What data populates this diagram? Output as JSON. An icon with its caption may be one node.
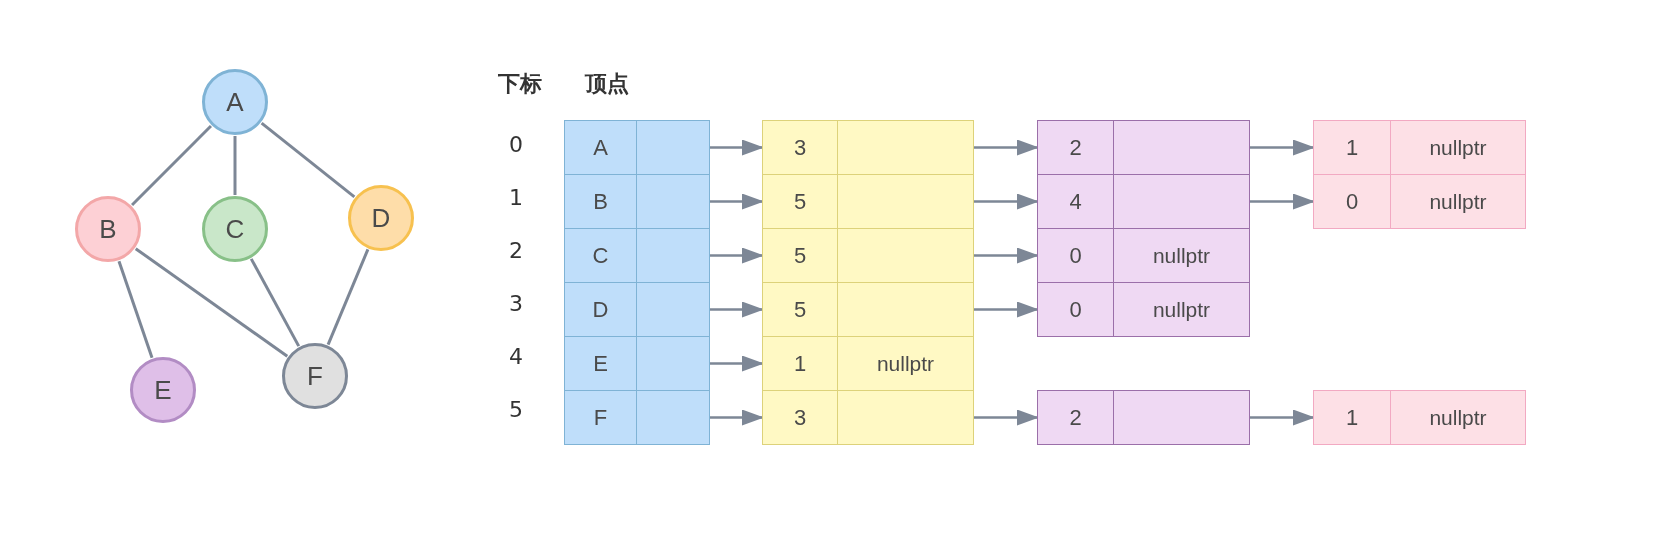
{
  "diagram": {
    "nodes": [
      {
        "text": [
          "A"
        ]
      },
      {
        "text": [
          "B"
        ]
      },
      {
        "text": [
          "C"
        ]
      },
      {
        "text": [
          "D"
        ]
      },
      {
        "text": [
          "E"
        ]
      },
      {
        "text": [
          "F"
        ]
      },
      {
        "text": [
          "A"
        ]
      },
      {
        "text": [
          "B"
        ]
      },
      {
        "text": [
          "C"
        ]
      },
      {
        "text": [
          "D"
        ]
      },
      {
        "text": [
          "E"
        ]
      },
      {
        "text": [
          "F"
        ]
      },
      {
        "text": [
          "3"
        ]
      },
      {
        "text": [
          "5"
        ]
      },
      {
        "text": [
          "5"
        ]
      },
      {
        "text": [
          "5"
        ]
      },
      {
        "text": [
          "1",
          "nullptr"
        ]
      },
      {
        "text": [
          "3"
        ]
      },
      {
        "text": [
          "2"
        ]
      },
      {
        "text": [
          "4"
        ]
      },
      {
        "text": [
          "0",
          "nullptr"
        ]
      },
      {
        "text": [
          "0",
          "nullptr"
        ]
      },
      {
        "text": [
          "2"
        ]
      },
      {
        "text": [
          "1",
          "nullptr"
        ]
      },
      {
        "text": [
          "0",
          "nullptr"
        ]
      },
      {
        "text": [
          "1",
          "nullptr"
        ]
      }
    ],
    "edges": [
      {
        "from": 0,
        "to": 1,
        "arrow": "none"
      },
      {
        "from": 0,
        "to": 2,
        "arrow": "none"
      },
      {
        "from": 0,
        "to": 3,
        "arrow": "none"
      },
      {
        "from": 1,
        "to": 4,
        "arrow": "none"
      },
      {
        "from": 1,
        "to": 5,
        "arrow": "none"
      },
      {
        "from": 2,
        "to": 5,
        "arrow": "none"
      },
      {
        "from": 3,
        "to": 5,
        "arrow": "none"
      },
      {
        "from": 6,
        "to": 12,
        "arrow": "to"
      },
      {
        "from": 7,
        "to": 13,
        "arrow": "to"
      },
      {
        "from": 8,
        "to": 14,
        "arrow": "to"
      },
      {
        "from": 9,
        "to": 15,
        "arrow": "to"
      },
      {
        "from": 10,
        "to": 16,
        "arrow": "to"
      },
      {
        "from": 11,
        "to": 17,
        "arrow": "to"
      },
      {
        "from": 12,
        "to": 18,
        "arrow": "to"
      },
      {
        "from": 13,
        "to": 19,
        "arrow": "to"
      },
      {
        "from": 14,
        "to": 20,
        "arrow": "to"
      },
      {
        "from": 15,
        "to": 21,
        "arrow": "to"
      },
      {
        "from": 17,
        "to": 22,
        "arrow": "to"
      },
      {
        "from": 18,
        "to": 23,
        "arrow": "to"
      },
      {
        "from": 19,
        "to": 24,
        "arrow": "to"
      },
      {
        "from": 22,
        "to": 25,
        "arrow": "to"
      }
    ],
    "labels": [
      "下标",
      "顶点",
      "0",
      "1",
      "2",
      "3",
      "4",
      "5"
    ]
  }
}
